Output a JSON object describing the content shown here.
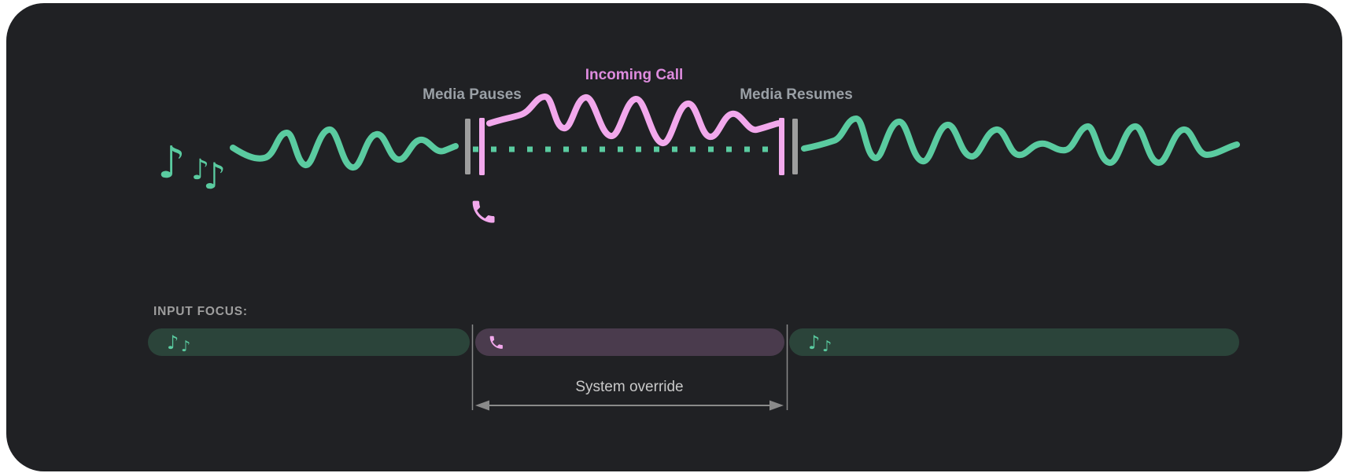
{
  "colors": {
    "card_bg": "#202124",
    "media_green": "#5ACBA0",
    "media_green_dim": "#2B443A",
    "call_pink": "#F2A8EC",
    "call_purple_dim": "#4A3B4D",
    "incoming_call_text": "#DE8BDE",
    "label_gray": "#9AA0A6",
    "marker_gray": "#9E9E9E",
    "guide_gray": "#8A8A8A",
    "override_text": "#C9C9C9"
  },
  "timeline": {
    "media_pauses_label": "Media Pauses",
    "incoming_call_label": "Incoming Call",
    "media_resumes_label": "Media Resumes",
    "segments": [
      {
        "name": "media-playing",
        "type": "music",
        "state": "active"
      },
      {
        "name": "incoming-call",
        "type": "call",
        "state": "active"
      },
      {
        "name": "media-paused",
        "type": "music",
        "state": "paused-dotted"
      },
      {
        "name": "media-resumed",
        "type": "music",
        "state": "active"
      }
    ]
  },
  "input_focus": {
    "heading": "INPUT FOCUS:",
    "override_label": "System override",
    "segments": [
      {
        "label": "media-before-call",
        "icon": "music-notes-icon",
        "state": "has-focus"
      },
      {
        "label": "incoming-call",
        "icon": "phone-icon",
        "state": "system-override"
      },
      {
        "label": "media-after-call",
        "icon": "music-notes-icon",
        "state": "has-focus"
      }
    ]
  },
  "icons": {
    "music_note": "♪"
  }
}
